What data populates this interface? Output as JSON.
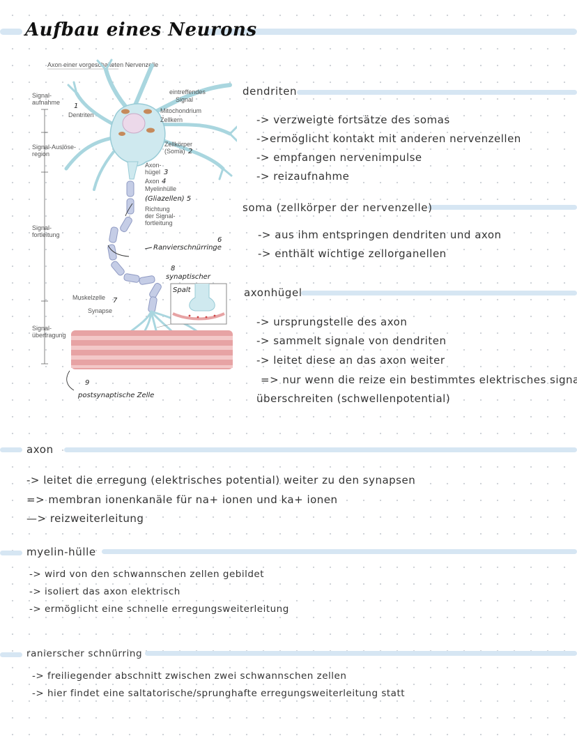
{
  "title": "Aufbau eines Neurons",
  "diagram": {
    "top_label": "Axon einer vorgeschalteten Nervenzelle",
    "left_labels": [
      "Signal-",
      "aufnahme",
      "Signal-Auslöse-",
      "region",
      "Signal-",
      "fortleitung",
      "Signal-",
      "übertragung"
    ],
    "labels": {
      "dentriten": "Dentriten",
      "eintreffendes": "eintreffendes",
      "signal": "Signal",
      "mitochondrium": "Mitochondrium",
      "zellkern": "Zellkern",
      "zellkoerper": "Zellkörper",
      "soma": "(Soma)",
      "axon_huegel_1": "Axon-",
      "axon_huegel_2": "hügel",
      "axon": "Axon",
      "myelinhuelle": "Myelinhülle",
      "richtung": "Richtung",
      "der_signal": "der Signal-",
      "fortleitung": "fortleitung",
      "muskelzelle": "Muskelzelle",
      "synapse": "Synapse"
    },
    "handwritten": {
      "n1": "1",
      "n2": "2",
      "n3": "3",
      "n4": "4",
      "glia": "(Gliazellen) 5",
      "n6": "6",
      "ranvier": "Ranvierschnürringe",
      "n7": "7",
      "n8": "8",
      "synaptischer": "synaptischer",
      "spalt": "Spalt",
      "n9": "9",
      "postsyn": "postsynaptische Zelle"
    }
  },
  "sections": {
    "dendriten": {
      "heading": "dendriten",
      "lines": [
        "-> verzweigte fortsätze des somas",
        "->ermöglicht kontakt mit anderen nervenzellen",
        "-> empfangen nervenimpulse",
        "-> reizaufnahme"
      ]
    },
    "soma": {
      "heading": "soma (zellkörper der nervenzelle)",
      "lines": [
        "-> aus ihm entspringen dendriten und axon",
        "-> enthält wichtige zellorganellen"
      ]
    },
    "axonhuegel": {
      "heading": "axonhügel",
      "lines": [
        "-> ursprungstelle des axon",
        "-> sammelt signale von dendriten",
        "-> leitet diese an das axon weiter",
        "=> nur wenn die reize ein bestimmtes elektrisches signal",
        "überschreiten (schwellenpotential)"
      ]
    },
    "axon": {
      "heading": "axon",
      "lines": [
        "-> leitet die erregung (elektrisches potential) weiter zu den synapsen",
        "=> membran ionenkanäle für na+ ionen und ka+ ionen",
        "—> reizweiterleitung"
      ]
    },
    "myelin": {
      "heading": "myelin-hülle",
      "lines": [
        "-> wird von den schwannschen zellen gebildet",
        "-> isoliert das axon elektrisch",
        "-> ermöglicht eine schnelle erregungsweiterleitung"
      ]
    },
    "ranvier": {
      "heading": "ranierscher schnürring",
      "lines": [
        "-> freiliegender abschnitt zwischen zwei schwannschen zellen",
        "-> hier findet eine saltatorische/sprunghafte erregungsweiterleitung statt"
      ]
    }
  },
  "colors": {
    "highlight": "#d6e6f3",
    "neuron": "#cfe9ef",
    "myelin": "#c5cde6",
    "muscle": "#e7a3a4"
  }
}
